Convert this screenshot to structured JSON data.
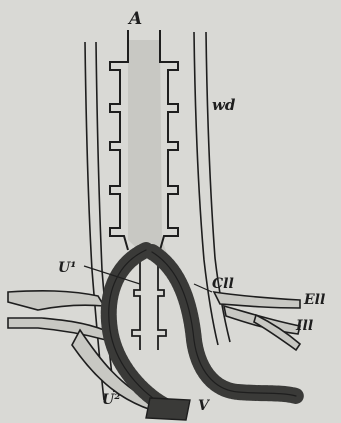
{
  "figure": {
    "labels": {
      "A": "A",
      "wd": "wd",
      "U1": "U¹",
      "Cll": "Cll",
      "Ell": "Ell",
      "Ill": "Ill",
      "U2": "U²",
      "V": "V"
    },
    "colors": {
      "background": "#d9d9d5",
      "ink": "#1e1e1e",
      "stipple": "#8f8f8c",
      "dark_tube": "#3a3a38"
    }
  }
}
